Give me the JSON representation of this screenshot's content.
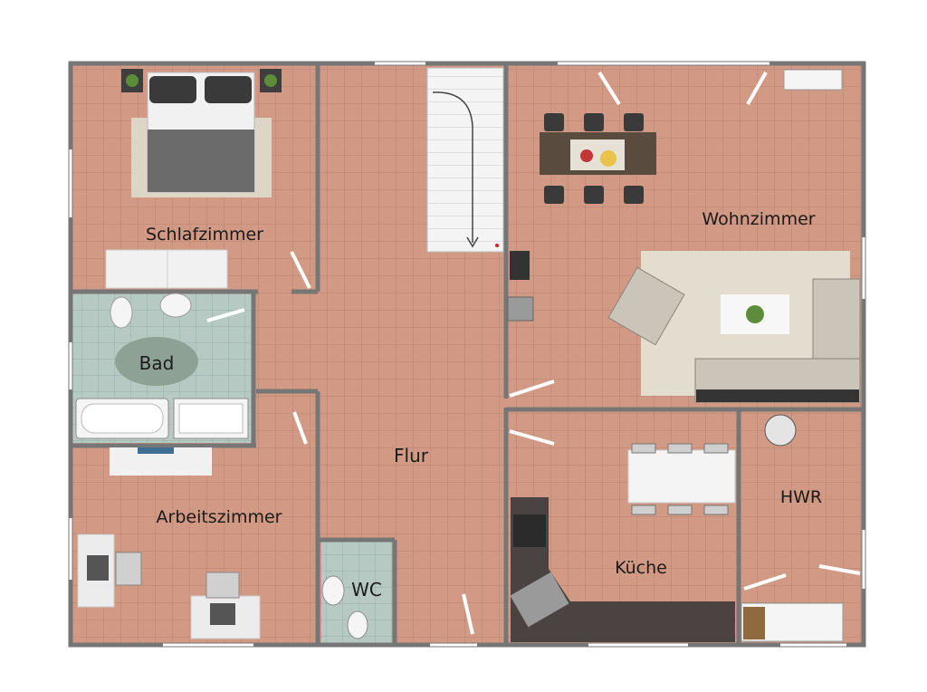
{
  "rooms": {
    "schlafzimmer": "Schlafzimmer",
    "bad": "Bad",
    "arbeitszimmer": "Arbeitszimmer",
    "flur": "Flur",
    "wc": "WC",
    "wohnzimmer": "Wohnzimmer",
    "kueche": "Küche",
    "hwr": "HWR"
  },
  "colors": {
    "tile_floor": "#d29a85",
    "tile_grid": "#b8826e",
    "bath_floor": "#b7c9c3",
    "bath_grid": "#9aaea8",
    "wall": "#767676",
    "carpet": "#e3ddcf",
    "counter": "#4a4341"
  }
}
